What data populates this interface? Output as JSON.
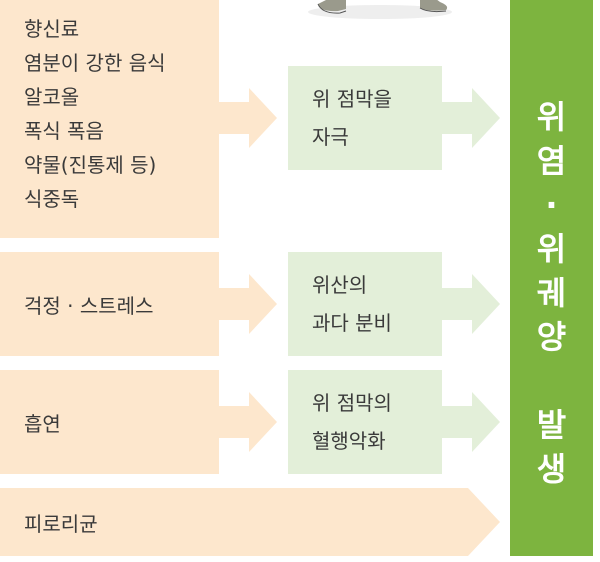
{
  "rows": [
    {
      "causes": [
        "향신료",
        "염분이 강한 음식",
        "알코올",
        "폭식 폭음",
        "약물(진통제 등)",
        "식중독"
      ],
      "effect": [
        "위 점막을",
        "자극"
      ]
    },
    {
      "causes": [
        "걱정 · 스트레스"
      ],
      "effect": [
        "위산의",
        "과다 분비"
      ]
    },
    {
      "causes": [
        "흡연"
      ],
      "effect": [
        "위 점막의",
        "혈행악화"
      ]
    },
    {
      "causes": [
        "피로리균"
      ],
      "effect": []
    }
  ],
  "result": {
    "chars": [
      "위",
      "염",
      "·",
      "위",
      "궤",
      "양",
      "",
      "발",
      "생"
    ]
  },
  "colors": {
    "cause_bg": "#fde7cd",
    "effect_bg": "#e3efd9",
    "arrow_orange": "#fde7cd",
    "arrow_green": "#e3efd9",
    "result_bg": "#7db43f"
  }
}
